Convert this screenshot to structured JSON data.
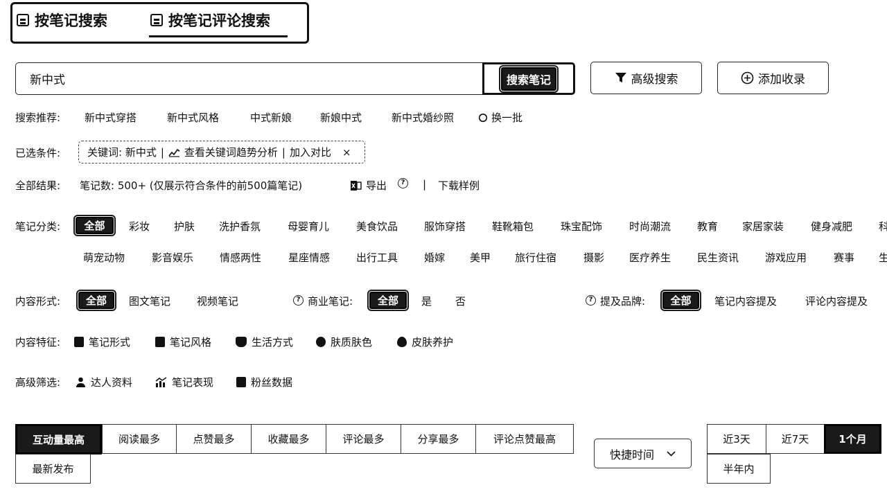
{
  "tabs": [
    {
      "label": "按笔记搜索"
    },
    {
      "label": "按笔记评论搜索"
    }
  ],
  "search": {
    "value": "新中式",
    "button": "搜索笔记",
    "advanced": "高级搜索",
    "add_collection": "添加收录"
  },
  "recommend": {
    "label": "搜索推荐:",
    "items": [
      "新中式穿搭",
      "新中式风格",
      "中式新娘",
      "新娘中式",
      "新中式婚纱照"
    ],
    "refresh": "换一批"
  },
  "conditions": {
    "label": "已选条件:",
    "keyword": "关键词: 新中式",
    "trend": "查看关键词趋势分析",
    "compare": "加入对比",
    "close": "×"
  },
  "results": {
    "label": "全部结果:",
    "count": "笔记数:  500+  (仅展示符合条件的前500篇笔记)",
    "export": "导出",
    "help": "?",
    "sep": "|",
    "sample": "下载样例"
  },
  "category": {
    "label": "笔记分类:",
    "row1": [
      "全部",
      "彩妆",
      "护肤",
      "洗护香氛",
      "母婴育儿",
      "美食饮品",
      "服饰穿搭",
      "鞋靴箱包",
      "珠宝配饰",
      "时尚潮流",
      "教育",
      "家居家装",
      "健身减肥",
      "科"
    ],
    "row2": [
      "萌宠动物",
      "影音娱乐",
      "情感两性",
      "星座情感",
      "出行工具",
      "婚嫁",
      "美甲",
      "旅行住宿",
      "摄影",
      "医疗养生",
      "民生资讯",
      "游戏应用",
      "赛事",
      "生"
    ]
  },
  "format": {
    "label": "内容形式:",
    "items": [
      "全部",
      "图文笔记",
      "视频笔记"
    ],
    "commercial_label": "商业笔记:",
    "commercial_items": [
      "全部",
      "是",
      "否"
    ],
    "brand_label": "提及品牌:",
    "brand_items": [
      "全部",
      "笔记内容提及",
      "评论内容提及"
    ]
  },
  "features": {
    "label": "内容特征:",
    "items": [
      "笔记形式",
      "笔记风格",
      "生活方式",
      "肤质肤色",
      "皮肤养护"
    ]
  },
  "advanced_filter": {
    "label": "高级筛选:",
    "items": [
      "达人资料",
      "笔记表现",
      "粉丝数据"
    ]
  },
  "sort": {
    "items": [
      "互动量最高",
      "阅读最多",
      "点赞最多",
      "收藏最多",
      "评论最多",
      "分享最多",
      "评论点赞最高"
    ],
    "row2": [
      "最新发布"
    ],
    "time_dropdown": "快捷时间",
    "time_items": [
      "近3天",
      "近7天",
      "1个月"
    ],
    "time_row2": [
      "半年内"
    ]
  }
}
